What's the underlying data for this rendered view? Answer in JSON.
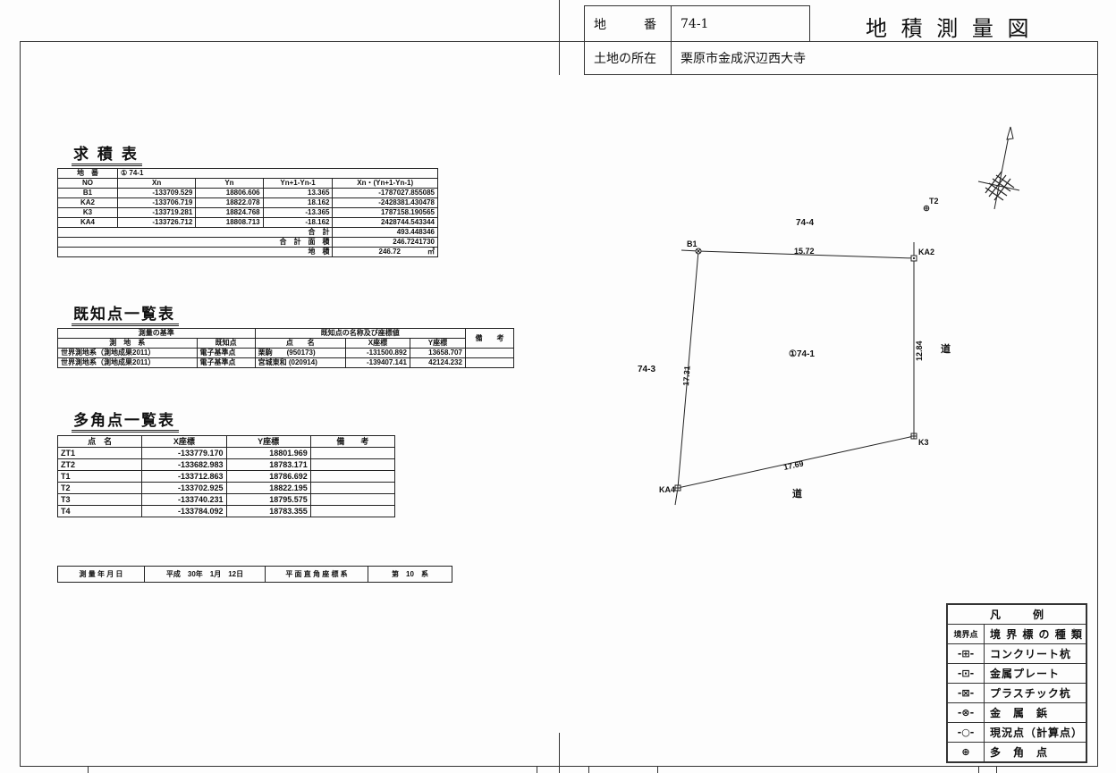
{
  "header": {
    "title": "地 積 測 量 図",
    "chiban_label": "地　　　番",
    "chiban_value": "74-1",
    "location_label": "土地の所在",
    "location_value": "栗原市金成沢辺西大寺"
  },
  "area_table": {
    "title": "求 積 表",
    "chiban_label": "地　番",
    "chiban_value": "① 74-1",
    "columns": [
      "NO",
      "Xn",
      "Yn",
      "Yn+1-Yn-1",
      "Xn・(Yn+1-Yn-1)"
    ],
    "rows": [
      [
        "B1",
        "-133709.529",
        "18806.606",
        "13.365",
        "-1787027.855085"
      ],
      [
        "KA2",
        "-133706.719",
        "18822.078",
        "18.162",
        "-2428381.430478"
      ],
      [
        "K3",
        "-133719.281",
        "18824.768",
        "-13.365",
        "1787158.190565"
      ],
      [
        "KA4",
        "-133726.712",
        "18808.713",
        "-18.162",
        "2428744.543344"
      ]
    ],
    "sum_label": "合　計",
    "sum_value": "493.448346",
    "total_area_label": "合　計　面　積",
    "total_area_value": "246.7241730",
    "area_label": "地　積",
    "area_value": "246.72",
    "area_unit": "㎡"
  },
  "known_points": {
    "title": "既知点一覧表",
    "group_headers": [
      "測量の基準",
      "既知点の名称及び座標値",
      "備　　考"
    ],
    "columns": [
      "測　地　系",
      "既知点",
      "点　　名",
      "X座標",
      "Y座標"
    ],
    "rows": [
      [
        "世界測地系（測地成果2011）",
        "電子基準点",
        "栗駒　　(950173)",
        "-131500.892",
        "13658.707",
        ""
      ],
      [
        "世界測地系（測地成果2011）",
        "電子基準点",
        "宮城東和 (020914)",
        "-139407.141",
        "42124.232",
        ""
      ]
    ]
  },
  "polygon_points": {
    "title": "多角点一覧表",
    "columns": [
      "点　名",
      "X座標",
      "Y座標",
      "備　　考"
    ],
    "rows": [
      [
        "ZT1",
        "-133779.170",
        "18801.969",
        ""
      ],
      [
        "ZT2",
        "-133682.983",
        "18783.171",
        ""
      ],
      [
        "T1",
        "-133712.863",
        "18786.692",
        ""
      ],
      [
        "T2",
        "-133702.925",
        "18822.195",
        ""
      ],
      [
        "T3",
        "-133740.231",
        "18795.575",
        ""
      ],
      [
        "T4",
        "-133784.092",
        "18783.355",
        ""
      ]
    ]
  },
  "survey_info": {
    "date_label": "測 量 年 月 日",
    "date_value": "平成　30年　1月　12日",
    "system_label": "平 面 直 角 座 標 系",
    "system_value": "第　10　系"
  },
  "drawing": {
    "parcel_label": "①74-1",
    "neighbors": {
      "north": "74-4",
      "west": "74-3",
      "east": "道",
      "south": "道"
    },
    "points": {
      "B1": "B1",
      "KA2": "KA2",
      "K3": "K3",
      "KA4": "KA4",
      "T2": "T2"
    },
    "edges": {
      "B1_KA2": "15.72",
      "KA2_K3": "12.84",
      "K3_KA4": "17.69",
      "KA4_B1": "17.31"
    }
  },
  "legend": {
    "title": "凡　　　例",
    "col_symbol": "境界点",
    "col_type": "境 界 標 の 種 類",
    "items": [
      {
        "symbol": "-⊞-",
        "label": "コンクリート杭"
      },
      {
        "symbol": "-⊡-",
        "label": "金属プレート"
      },
      {
        "symbol": "-⊠-",
        "label": "プラスチック杭"
      },
      {
        "symbol": "-⊗-",
        "label": "金　属　鋲"
      },
      {
        "symbol": "-○-",
        "label": "現況点（計算点）"
      },
      {
        "symbol": "⊕",
        "label": "多　角　点"
      }
    ]
  }
}
